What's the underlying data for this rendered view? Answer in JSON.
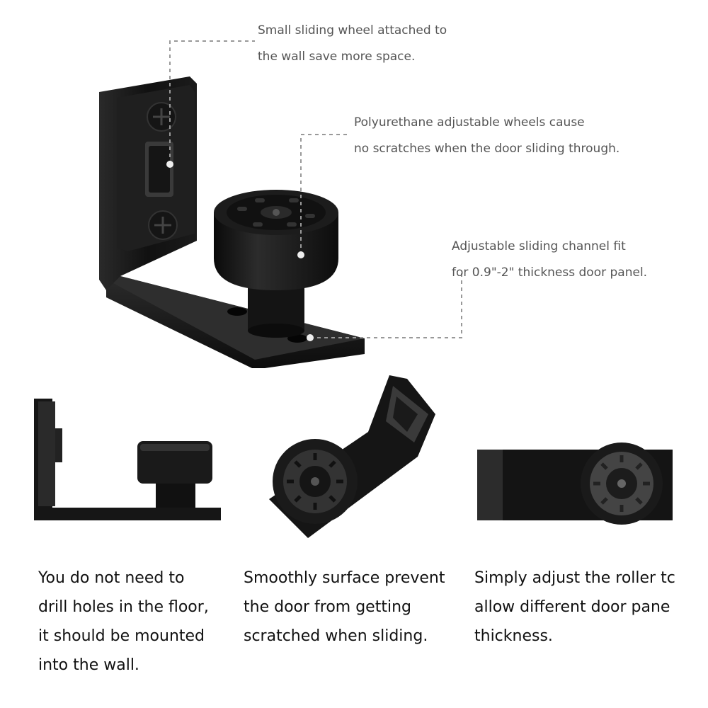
{
  "callouts": [
    {
      "line1": "Small sliding wheel attached to",
      "line2": "the wall save more space."
    },
    {
      "line1": "Polyurethane adjustable wheels cause",
      "line2": "no scratches when the door sliding through."
    },
    {
      "line1": "Adjustable sliding channel fit",
      "line2": "for 0.9\"-2\" thickness door panel."
    }
  ],
  "captions": [
    {
      "lines": [
        "You do not need to",
        "drill holes in the floor,",
        "it should be mounted",
        "into the wall."
      ]
    },
    {
      "lines": [
        "Smoothly surface prevent",
        "the door from getting",
        "scratched when sliding."
      ]
    },
    {
      "lines": [
        "Simply adjust the roller tc",
        "allow different door pane",
        "thickness."
      ]
    }
  ]
}
